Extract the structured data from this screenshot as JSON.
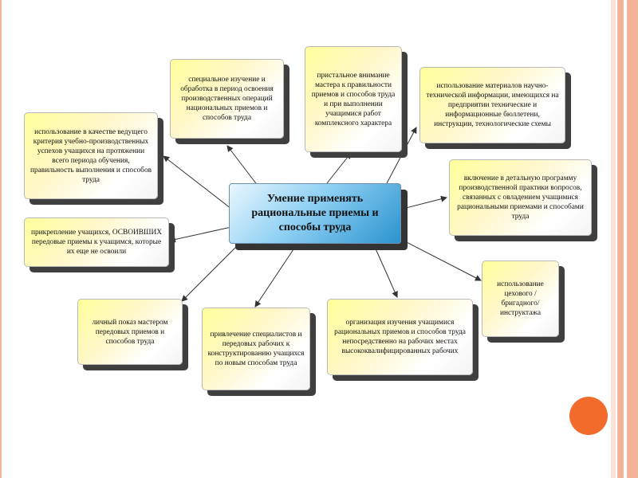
{
  "colors": {
    "stripe": "#f4b49c",
    "stripe_light": "#fbe3d8",
    "circle": "#f26b2b",
    "center_gradient": [
      "#e9f6ff",
      "#2b93cf"
    ],
    "box_gradient": [
      "#ffff9a",
      "#ffffff"
    ],
    "arrow": "#333333"
  },
  "center": {
    "text": "Умение применять рациональные приемы и способы труда"
  },
  "nodes": [
    {
      "id": "special-study",
      "text": "специальное изучение и обработка в период освоения производственных операций национальных приемов и способов труда"
    },
    {
      "id": "close-attention",
      "text": "пристальное внимание мастера к правильности приемов и способов труда и при выполнении учащимися работ комплексного характера"
    },
    {
      "id": "sci-tech-info",
      "text": "использование материалов научно-технической информации, имеющихся на предприятии технические и информационные бюллетени, инструкции, технологические схемы"
    },
    {
      "id": "leading-criterion",
      "text": "использование в качестве ведущего критерия учебно-производственных успехов учащихся на протяжении всего периода обучения, правильность выполнения и способов труда"
    },
    {
      "id": "detailed-program",
      "text": "включение в детальную программу производственной практики вопросов, связанных с овладением учащимися рациональными приемами и способами труда"
    },
    {
      "id": "attach-students",
      "text": "прикрепление учащихся, ОСВОИВШИХ передовые приемы к учащимся, которые их еще не освоили"
    },
    {
      "id": "shop-instructor",
      "text": "использование цехового / бригадного/ инструктажа"
    },
    {
      "id": "personal-demo",
      "text": "личный показ мастером передовых приемов и способов труда"
    },
    {
      "id": "involve-specialists",
      "text": "привлечение специалистов и передовых рабочих к конструктированию учащихся по новым способам труда"
    },
    {
      "id": "organize-study",
      "text": "организация изучения учащимися рациональных приемов и способов труда непосредственно на рабочих местах высококвалифицированных рабочих"
    }
  ]
}
